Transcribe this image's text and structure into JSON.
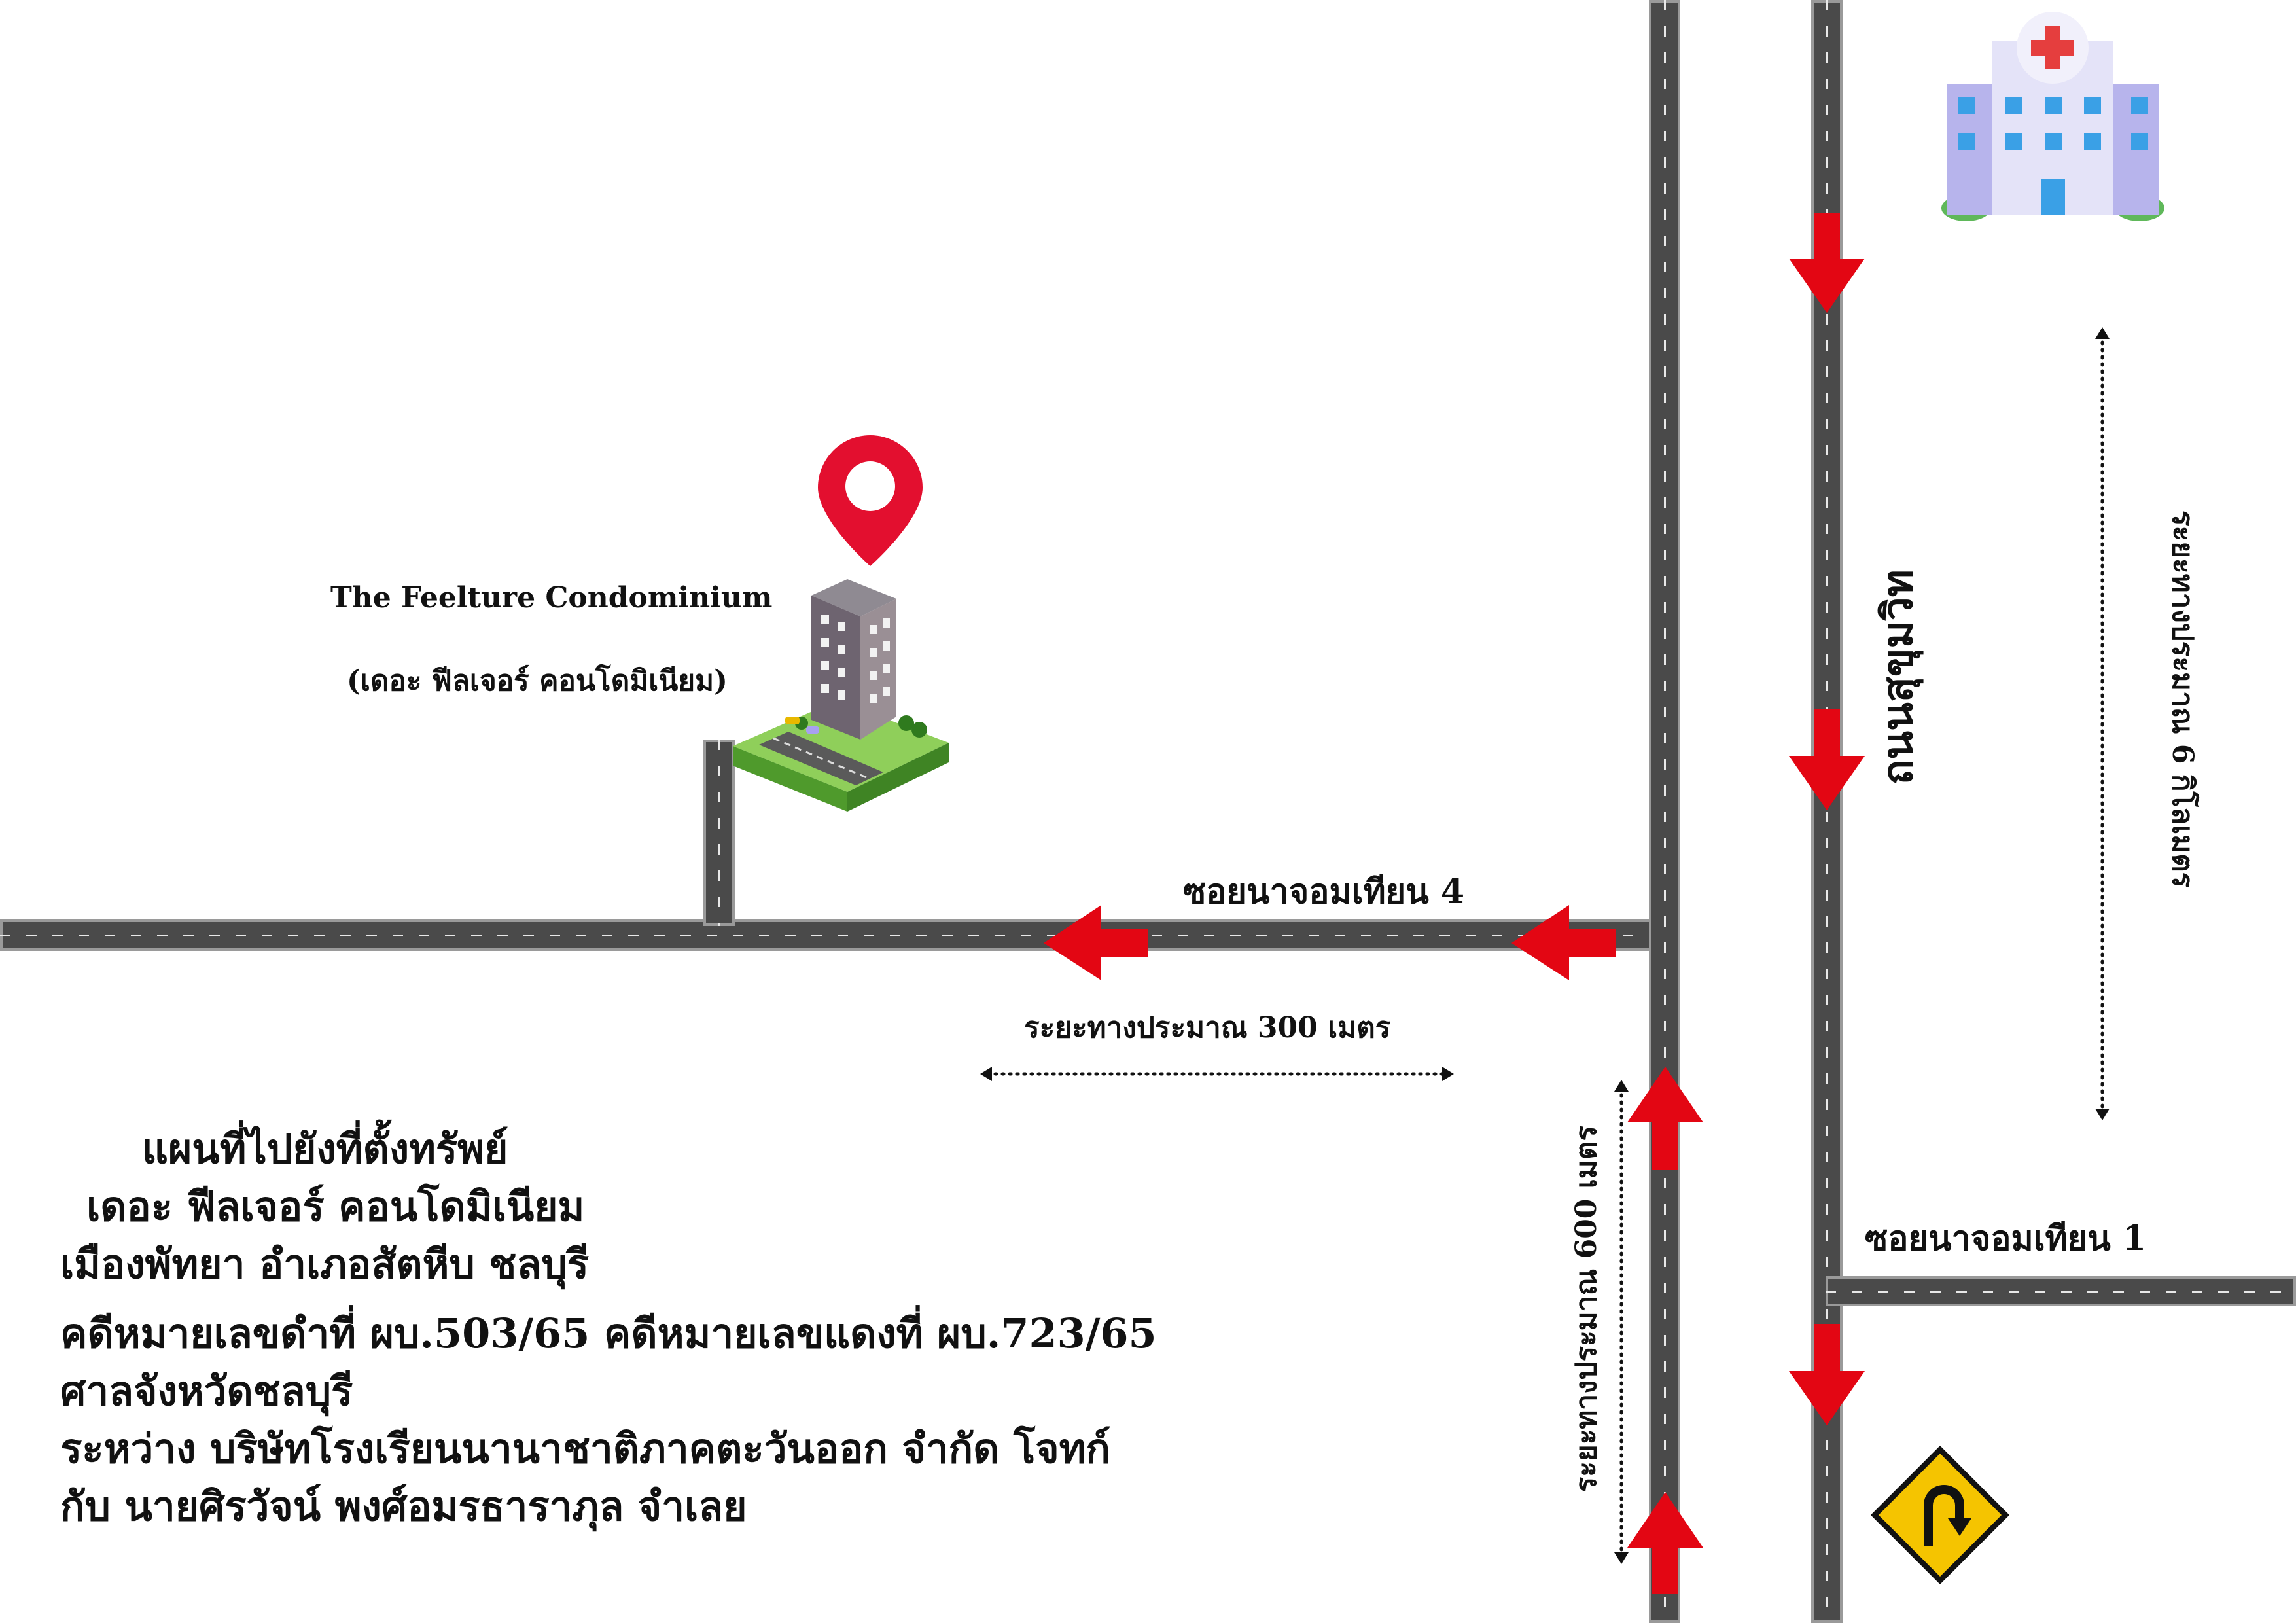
{
  "property": {
    "name_en": "The Feelture Condominium",
    "name_th": "(เดอะ ฟีลเจอร์ คอนโดมิเนียม)",
    "pin_icon": "map-pin-icon",
    "building_icon": "condominium-building-icon"
  },
  "roads": {
    "soi4": "ซอยนาจอมเทียน 4",
    "soi1": "ซอยนาจอมเทียน 1",
    "main_road": "ถนนสุขุมวิท"
  },
  "distances": {
    "soi4_distance": "ระยะทางประมาณ 300 เมตร",
    "connector_distance": "ระยะทางประมาณ 600 เมตร",
    "sukhumvit_distance": "ระยะทางประมาณ 6 กิโลเมตร"
  },
  "landmarks": {
    "hospital_icon": "hospital-icon",
    "uturn_icon": "u-turn-sign-icon"
  },
  "info": {
    "title_line1": "แผนที่ไปยังที่ตั้งทรัพย์",
    "title_line2": "เดอะ ฟีลเจอร์ คอนโดมิเนียม",
    "title_line3": "เมืองพัทยา อำเภอสัตหีบ ชลบุรี",
    "case_line": "คดีหมายเลขดำที่  ผบ.503/65 คดีหมายเลขแดงที่ ผบ.723/65",
    "court_line": "ศาลจังหวัดชลบุรี",
    "parties_line1": "ระหว่าง บริษัทโรงเรียนนานาชาติภาคตะวันออก จำกัด โจทก์",
    "parties_line2": "กับ นายศิรวัจน์ พงศ์อมรธาราภุล จำเลย"
  },
  "colors": {
    "arrow": "#e30613",
    "pin": "#e30f2f",
    "road": "#4a4a4a",
    "sign": "#f5c400"
  }
}
